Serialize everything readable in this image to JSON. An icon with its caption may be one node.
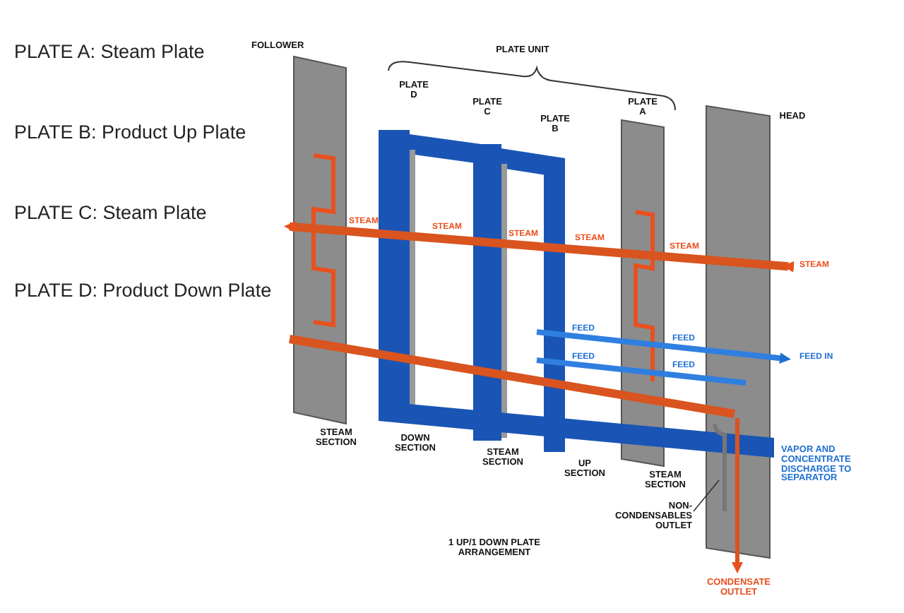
{
  "diagram": {
    "nodes": [
      {
        "text": [
          "NON-CONDENSABLES OUTLET"
        ]
      },
      {
        "text": [],
        "shape": "picture"
      }
    ],
    "edges": [
      {
        "from": 0,
        "to": 1,
        "arrow": "none"
      }
    ],
    "labels": [
      "PLATE A: Steam Plate",
      "PLATE B: Product Up Plate",
      "PLATE C: Steam Plate",
      "PLATE D: Product Down Plate",
      "FOLLOWER",
      "PLATE UNIT",
      "PLATE D",
      "PLATE C",
      "PLATE B",
      "PLATE A",
      "HEAD",
      "STEAM",
      "STEAM",
      "STEAM",
      "STEAM",
      "STEAM",
      "STEAM",
      "FEED",
      "FEED",
      "FEED",
      "FEED",
      "FEED IN",
      "STEAM SECTION",
      "DOWN SECTION",
      "STEAM SECTION",
      "UP SECTION",
      "STEAM SECTION",
      "VAPOR AND CONCENTRATE DISCHARGE TO SEPARATOR",
      "1 UP/1 DOWN PLATE ARRANGEMENT",
      "CONDENSATE OUTLET"
    ]
  }
}
